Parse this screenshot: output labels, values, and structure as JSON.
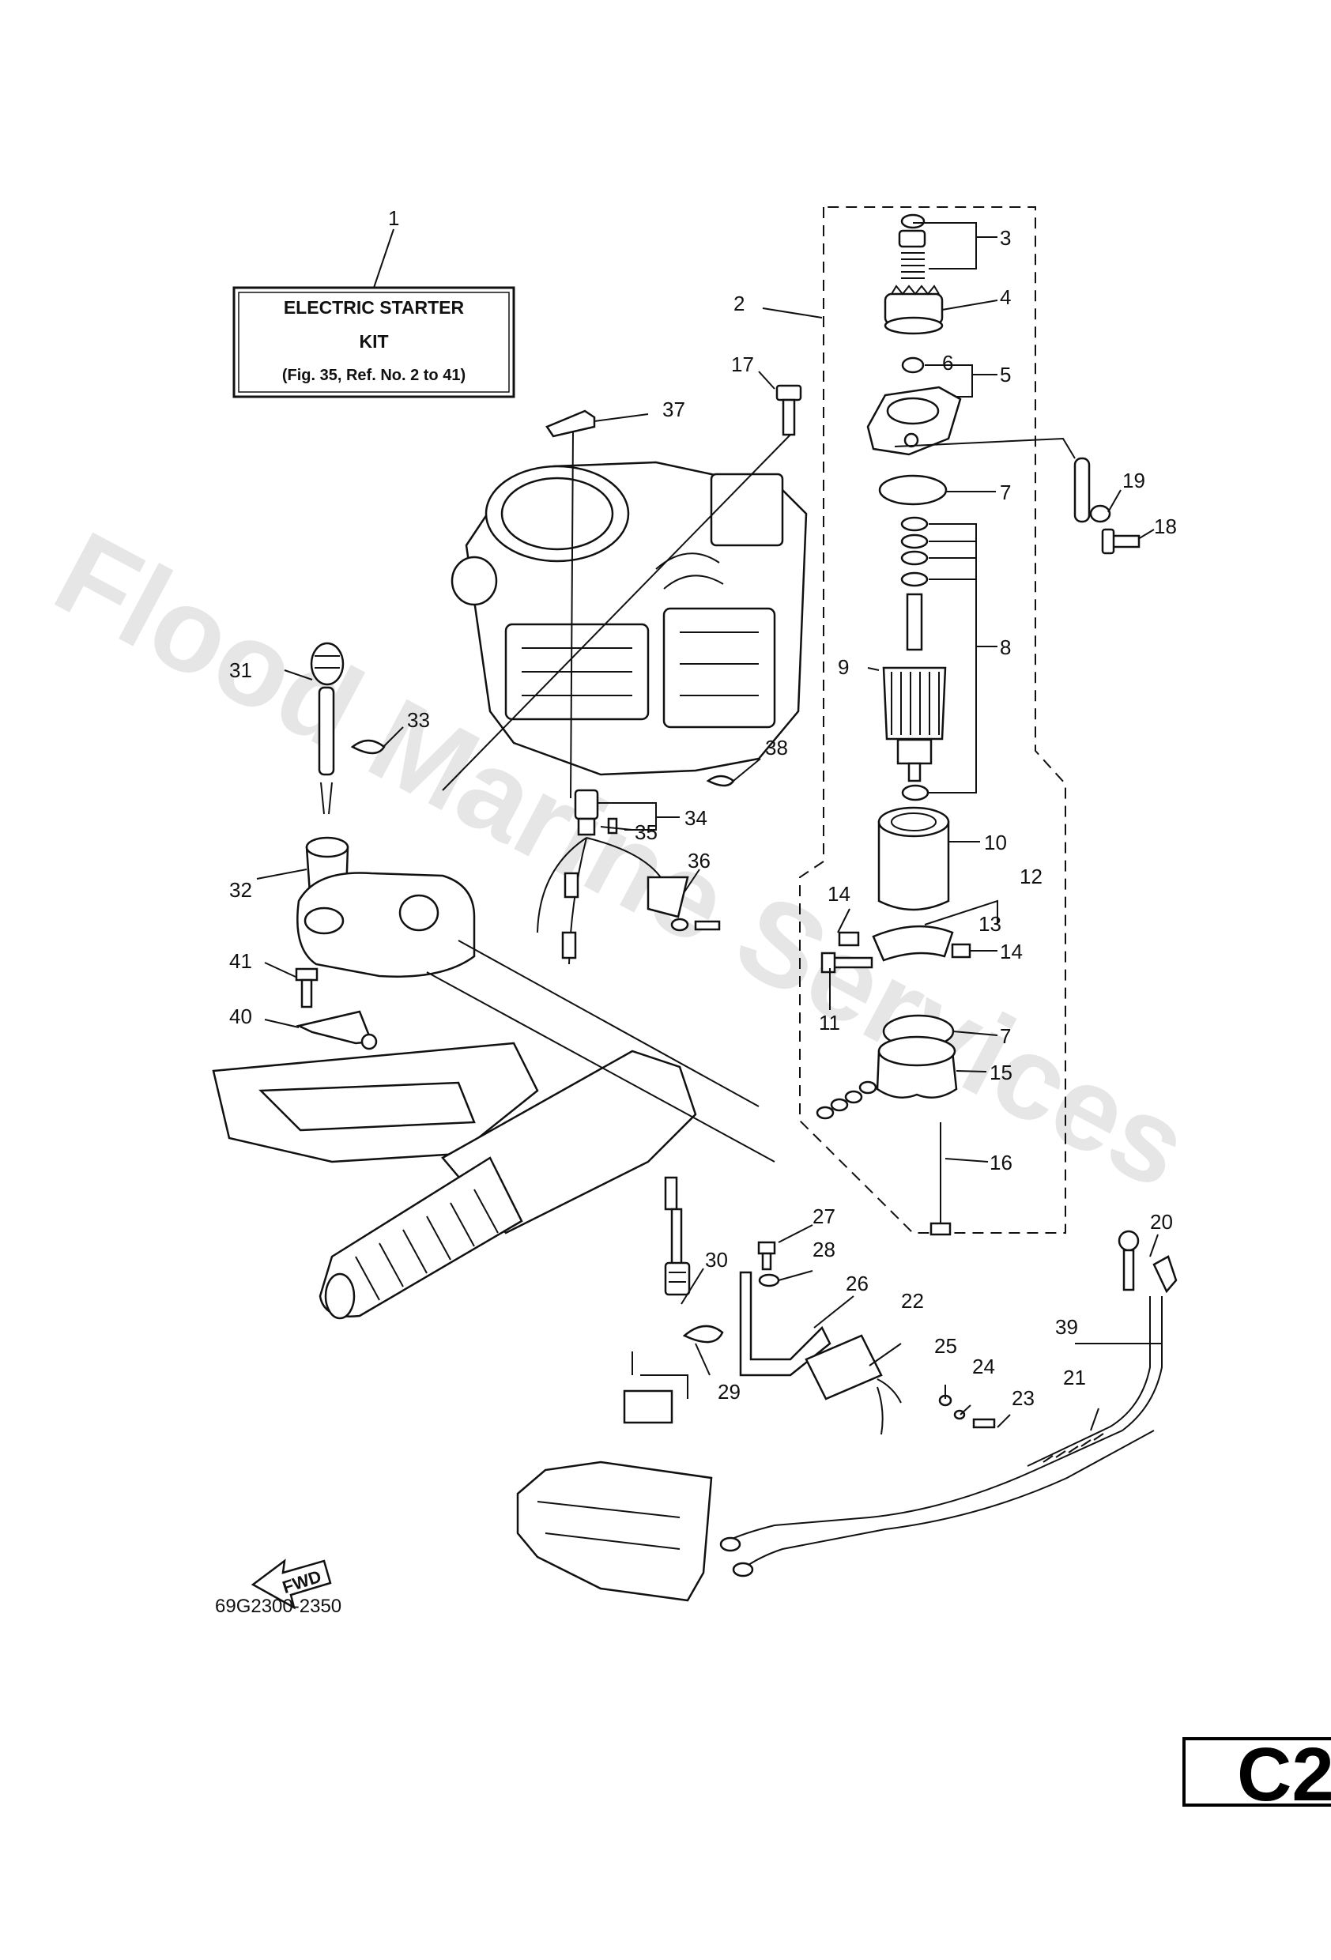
{
  "watermark": "Flood Marine Services",
  "kit_box": {
    "line1": "ELECTRIC STARTER",
    "line2": "KIT",
    "line3": "(Fig. 35, Ref. No. 2 to 41)"
  },
  "fwd_label": "FWD",
  "diagram_code": "69G2300-2350",
  "page_badge": "C2",
  "callouts": {
    "c1": "1",
    "c2": "2",
    "c3": "3",
    "c4": "4",
    "c5": "5",
    "c6": "6",
    "c7a": "7",
    "c7b": "7",
    "c8": "8",
    "c9": "9",
    "c10": "10",
    "c11": "11",
    "c12": "12",
    "c13": "13",
    "c14a": "14",
    "c14b": "14",
    "c15": "15",
    "c16": "16",
    "c17": "17",
    "c18": "18",
    "c19": "19",
    "c20": "20",
    "c21": "21",
    "c22": "22",
    "c23": "23",
    "c24": "24",
    "c25": "25",
    "c26": "26",
    "c27": "27",
    "c28": "28",
    "c29": "29",
    "c30": "30",
    "c31": "31",
    "c32": "32",
    "c33": "33",
    "c34": "34",
    "c35": "35",
    "c36": "36",
    "c37": "37",
    "c38": "38",
    "c39": "39",
    "c40": "40",
    "c41": "41"
  }
}
